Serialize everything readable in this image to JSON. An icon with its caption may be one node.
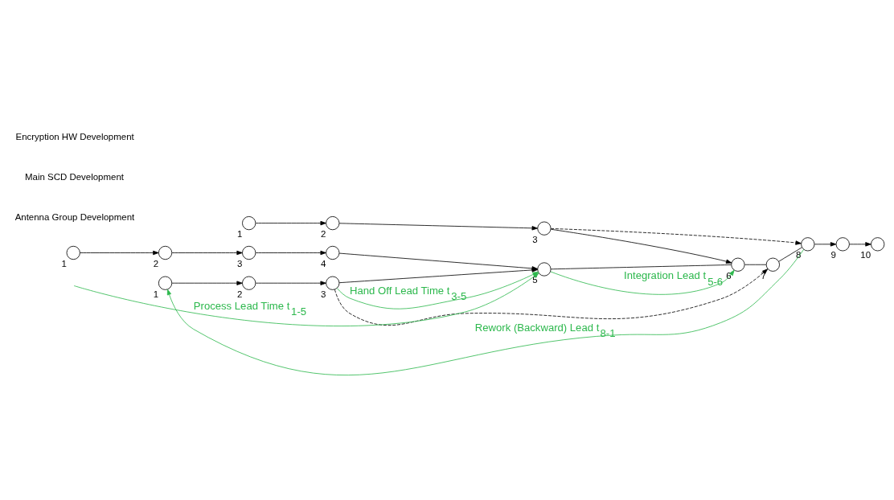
{
  "diagram": {
    "nodes": [
      {
        "text": [],
        "shape": "circle",
        "beside": [
          "1"
        ]
      },
      {
        "text": [],
        "shape": "circle",
        "beside": [
          "2"
        ]
      },
      {
        "text": [],
        "shape": "circle",
        "beside": [
          "3"
        ]
      },
      {
        "text": [],
        "shape": "circle",
        "beside": [
          "1"
        ]
      },
      {
        "text": [],
        "shape": "circle",
        "beside": [
          "2"
        ]
      },
      {
        "text": [],
        "shape": "circle",
        "beside": [
          "3"
        ]
      },
      {
        "text": [],
        "shape": "circle",
        "beside": [
          "4"
        ]
      },
      {
        "text": [],
        "shape": "circle",
        "beside": [
          "5"
        ]
      },
      {
        "text": [],
        "shape": "circle",
        "beside": [
          "6"
        ]
      },
      {
        "text": [],
        "shape": "circle",
        "beside": [
          "7"
        ]
      },
      {
        "text": [],
        "shape": "circle",
        "beside": [
          "8"
        ]
      },
      {
        "text": [],
        "shape": "circle",
        "beside": [
          "9"
        ]
      },
      {
        "text": [],
        "shape": "circle",
        "beside": [
          "10"
        ]
      },
      {
        "text": [],
        "shape": "circle",
        "beside": [
          "1"
        ]
      },
      {
        "text": [],
        "shape": "circle",
        "beside": [
          "2"
        ]
      },
      {
        "text": [],
        "shape": "circle",
        "beside": [
          "3"
        ]
      }
    ],
    "edges": [
      {
        "from": 0,
        "to": 1,
        "arrow": "to"
      },
      {
        "from": 1,
        "to": 2,
        "arrow": "to"
      },
      {
        "from": 2,
        "to": 8,
        "arrow": "to"
      },
      {
        "from": 2,
        "to": 10,
        "arrow": "to",
        "style": "dashed"
      },
      {
        "from": 3,
        "to": 4,
        "arrow": "to"
      },
      {
        "from": 4,
        "to": 5,
        "arrow": "to"
      },
      {
        "from": 5,
        "to": 6,
        "arrow": "to"
      },
      {
        "from": 6,
        "to": 7,
        "arrow": "to"
      },
      {
        "from": 7,
        "to": 8,
        "arrow": "none"
      },
      {
        "from": 8,
        "to": 9,
        "arrow": "none"
      },
      {
        "from": 9,
        "to": 10,
        "arrow": "none"
      },
      {
        "from": 10,
        "to": 11,
        "arrow": "to"
      },
      {
        "from": 11,
        "to": 12,
        "arrow": "to"
      },
      {
        "from": 13,
        "to": 14,
        "arrow": "to"
      },
      {
        "from": 14,
        "to": 15,
        "arrow": "to"
      },
      {
        "from": 15,
        "to": 7,
        "arrow": "to"
      },
      {
        "from": 15,
        "to": 9,
        "arrow": "to",
        "style": "dashed"
      },
      {
        "from": null,
        "to": 7,
        "arrow": "to",
        "label": "Process Lead Time t$_{1-5}$",
        "color": "#2db84d"
      },
      {
        "from": 7,
        "to": 8,
        "arrow": "to",
        "label": "Integration Lead t$_{5-6}$",
        "color": "#2db84d"
      },
      {
        "from": 15,
        "to": 7,
        "arrow": "to",
        "label": "Hand Off Lead Time t$_{3-5}$",
        "color": "#2db84d"
      },
      {
        "from": 10,
        "to": 13,
        "arrow": "to",
        "label": "Rework (Backward) Lead t$_{8-1}$",
        "color": "#2db84d"
      }
    ],
    "labels": [
      "Antenna Group Development",
      "Main SCD Development",
      "Encryption HW Development"
    ]
  }
}
